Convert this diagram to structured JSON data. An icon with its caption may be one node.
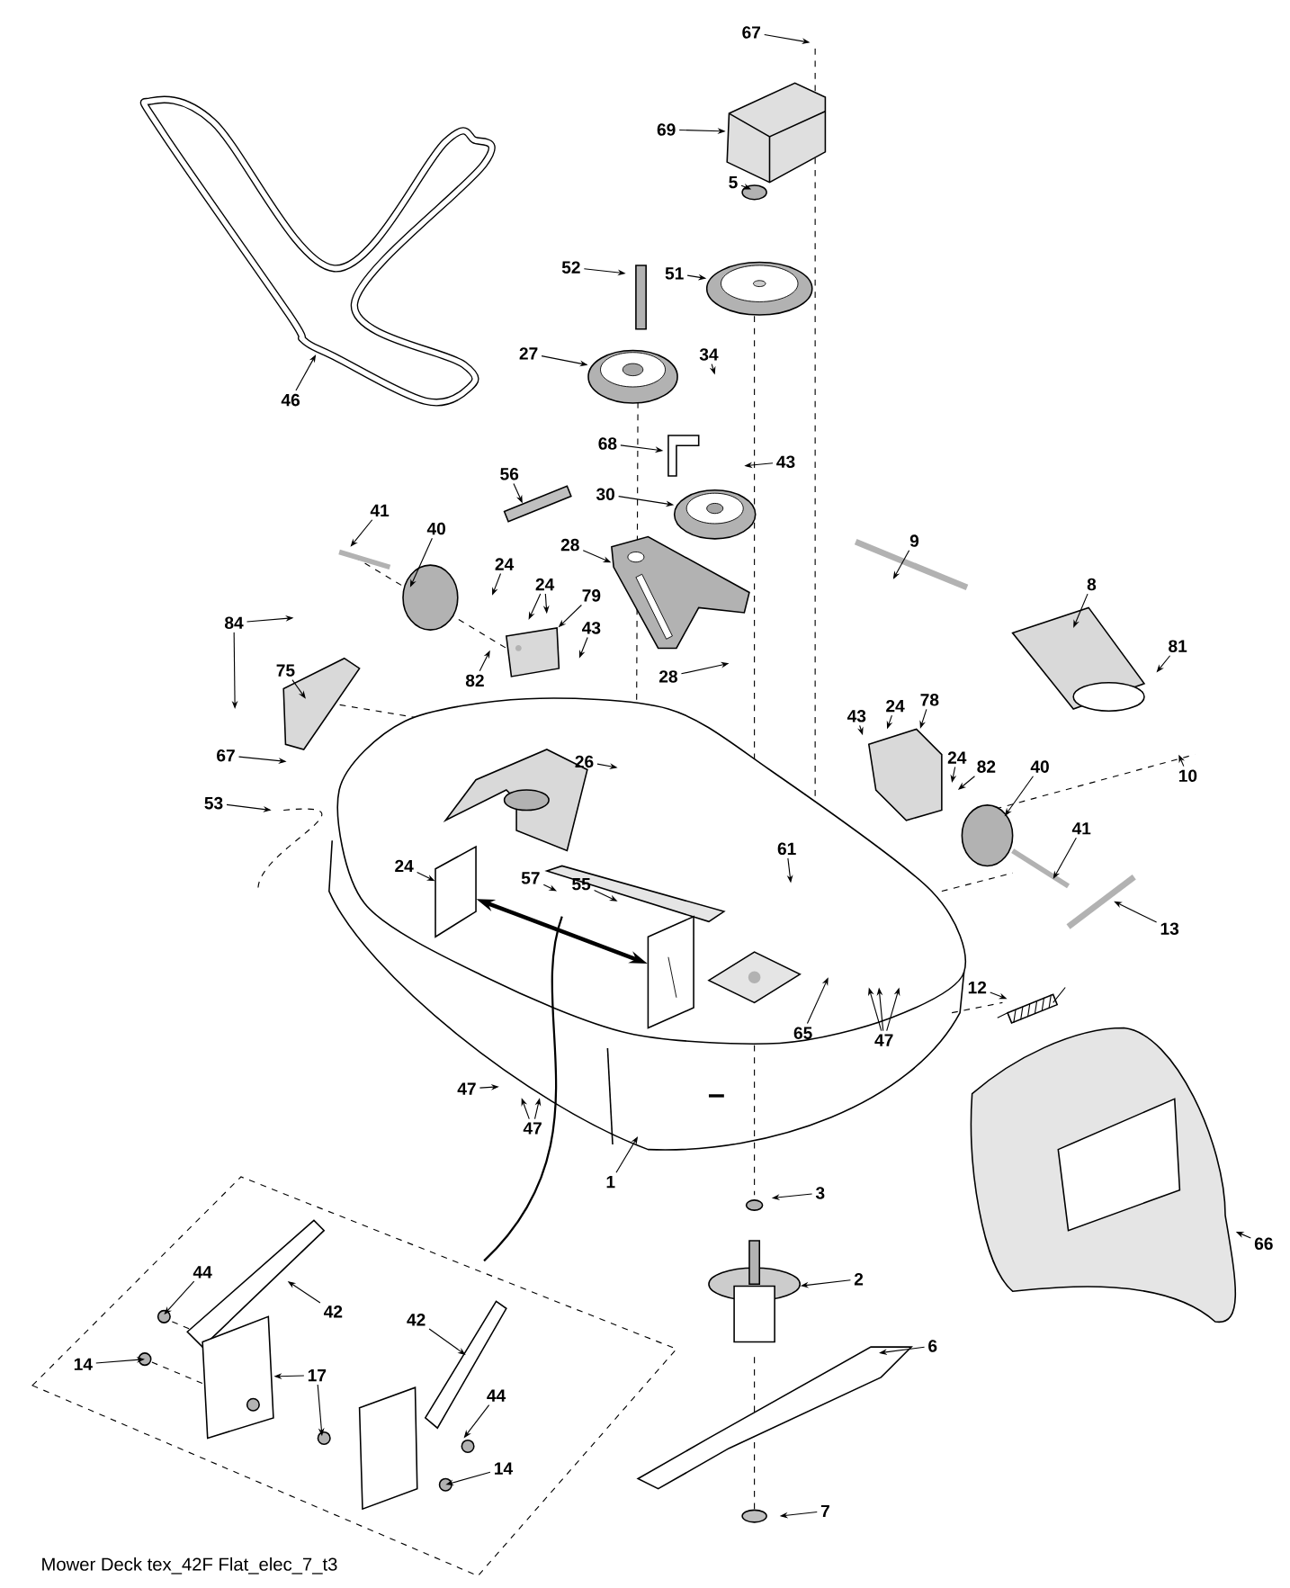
{
  "diagram": {
    "caption": "Mower Deck tex_42F Flat_elec_7_t3",
    "nodes": [
      {
        "text": [
          "67"
        ]
      },
      {
        "text": [
          "69"
        ]
      },
      {
        "text": [
          "5"
        ]
      },
      {
        "text": [
          "52"
        ]
      },
      {
        "text": [
          "51"
        ]
      },
      {
        "text": [
          "27"
        ]
      },
      {
        "text": [
          "34"
        ]
      },
      {
        "text": [
          "46"
        ]
      },
      {
        "text": [
          "68"
        ]
      },
      {
        "text": [
          "43"
        ]
      },
      {
        "text": [
          "56"
        ]
      },
      {
        "text": [
          "30"
        ]
      },
      {
        "text": [
          "41"
        ]
      },
      {
        "text": [
          "40"
        ]
      },
      {
        "text": [
          "24"
        ]
      },
      {
        "text": [
          "28"
        ]
      },
      {
        "text": [
          "9"
        ]
      },
      {
        "text": [
          "24"
        ]
      },
      {
        "text": [
          "79"
        ]
      },
      {
        "text": [
          "8"
        ]
      },
      {
        "text": [
          "84"
        ]
      },
      {
        "text": [
          "28"
        ]
      },
      {
        "text": [
          "81"
        ]
      },
      {
        "text": [
          "75"
        ]
      },
      {
        "text": [
          "82"
        ]
      },
      {
        "text": [
          "43"
        ]
      },
      {
        "text": [
          "67"
        ]
      },
      {
        "text": [
          "78"
        ]
      },
      {
        "text": [
          "43"
        ]
      },
      {
        "text": [
          "24"
        ]
      },
      {
        "text": [
          "24"
        ]
      },
      {
        "text": [
          "26"
        ]
      },
      {
        "text": [
          "82"
        ]
      },
      {
        "text": [
          "40"
        ]
      },
      {
        "text": [
          "10"
        ]
      },
      {
        "text": [
          "53"
        ]
      },
      {
        "text": [
          "41"
        ]
      },
      {
        "text": [
          "61"
        ]
      },
      {
        "text": [
          "24"
        ]
      },
      {
        "text": [
          "57"
        ]
      },
      {
        "text": [
          "55"
        ]
      },
      {
        "text": [
          "13"
        ]
      },
      {
        "text": [
          "12"
        ]
      },
      {
        "text": [
          "65"
        ]
      },
      {
        "text": [
          "47"
        ]
      },
      {
        "text": [
          "66"
        ]
      },
      {
        "text": [
          "47"
        ]
      },
      {
        "text": [
          "47"
        ]
      },
      {
        "text": [
          "1"
        ]
      },
      {
        "text": [
          "3"
        ]
      },
      {
        "text": [
          "44"
        ]
      },
      {
        "text": [
          "2"
        ]
      },
      {
        "text": [
          "42"
        ]
      },
      {
        "text": [
          "42"
        ]
      },
      {
        "text": [
          "6"
        ]
      },
      {
        "text": [
          "14"
        ]
      },
      {
        "text": [
          "17"
        ]
      },
      {
        "text": [
          "44"
        ]
      },
      {
        "text": [
          "14"
        ]
      },
      {
        "text": [
          "7"
        ]
      },
      {
        "text": [],
        "shape": "picture"
      },
      {
        "text": [],
        "shape": "picture"
      },
      {
        "text": [],
        "shape": "picture"
      },
      {
        "text": [],
        "shape": "picture"
      },
      {
        "text": [],
        "shape": "box"
      },
      {
        "text": [],
        "shape": "picture"
      },
      {
        "text": [],
        "shape": "box"
      },
      {
        "text": [],
        "shape": "picture"
      },
      {
        "text": [],
        "shape": "picture"
      },
      {
        "text": [],
        "shape": "picture"
      },
      {
        "text": [],
        "shape": "picture"
      },
      {
        "text": [],
        "shape": "picture"
      },
      {
        "text": [],
        "shape": "box"
      },
      {
        "text": [],
        "shape": "picture"
      },
      {
        "text": [],
        "shape": "box"
      },
      {
        "text": [],
        "shape": "box"
      }
    ],
    "edges": [
      {
        "from": 0,
        "to": null,
        "arrow": "to"
      },
      {
        "from": 1,
        "to": 68,
        "arrow": "to"
      },
      {
        "from": 2,
        "to": null,
        "arrow": "to"
      },
      {
        "from": 3,
        "to": null,
        "arrow": "to"
      },
      {
        "from": 4,
        "to": 60,
        "arrow": "to"
      },
      {
        "from": 5,
        "to": 61,
        "arrow": "to"
      },
      {
        "from": 6,
        "to": null,
        "arrow": "to"
      },
      {
        "from": 7,
        "to": null,
        "arrow": "to"
      },
      {
        "from": 8,
        "to": null,
        "arrow": "to"
      },
      {
        "from": 9,
        "to": null,
        "arrow": "to"
      },
      {
        "from": 10,
        "to": null,
        "arrow": "to"
      },
      {
        "from": 11,
        "to": 62,
        "arrow": "to"
      },
      {
        "from": 12,
        "to": null,
        "arrow": "to"
      },
      {
        "from": 13,
        "to": null,
        "arrow": "to"
      },
      {
        "from": 14,
        "to": null,
        "arrow": "to"
      },
      {
        "from": 15,
        "to": 69,
        "arrow": "to"
      },
      {
        "from": 16,
        "to": null,
        "arrow": "to"
      },
      {
        "from": 17,
        "to": null,
        "arrow": "to"
      },
      {
        "from": 17,
        "to": null,
        "arrow": "to"
      },
      {
        "from": 18,
        "to": 63,
        "arrow": "to"
      },
      {
        "from": 19,
        "to": null,
        "arrow": "to"
      },
      {
        "from": 20,
        "to": null,
        "arrow": "to"
      },
      {
        "from": 20,
        "to": null,
        "arrow": "to"
      },
      {
        "from": 21,
        "to": null,
        "arrow": "to"
      },
      {
        "from": 22,
        "to": null,
        "arrow": "to"
      },
      {
        "from": 23,
        "to": null,
        "arrow": "to"
      },
      {
        "from": 24,
        "to": null,
        "arrow": "to"
      },
      {
        "from": 25,
        "to": null,
        "arrow": "to"
      },
      {
        "from": 26,
        "to": null,
        "arrow": "to"
      },
      {
        "from": 27,
        "to": 70,
        "arrow": "to"
      },
      {
        "from": 28,
        "to": null,
        "arrow": "to"
      },
      {
        "from": 29,
        "to": null,
        "arrow": "to"
      },
      {
        "from": 30,
        "to": null,
        "arrow": "to"
      },
      {
        "from": 31,
        "to": null,
        "arrow": "to"
      },
      {
        "from": 32,
        "to": null,
        "arrow": "to"
      },
      {
        "from": 33,
        "to": null,
        "arrow": "to"
      },
      {
        "from": 34,
        "to": null,
        "arrow": "to"
      },
      {
        "from": 35,
        "to": null,
        "arrow": "to"
      },
      {
        "from": 36,
        "to": null,
        "arrow": "to"
      },
      {
        "from": 37,
        "to": null,
        "arrow": "to"
      },
      {
        "from": 38,
        "to": 64,
        "arrow": "to"
      },
      {
        "from": 39,
        "to": null,
        "arrow": "to"
      },
      {
        "from": 40,
        "to": null,
        "arrow": "to"
      },
      {
        "from": 41,
        "to": null,
        "arrow": "to"
      },
      {
        "from": 42,
        "to": 66,
        "arrow": "to"
      },
      {
        "from": 43,
        "to": null,
        "arrow": "to"
      },
      {
        "from": 44,
        "to": null,
        "arrow": "to"
      },
      {
        "from": 44,
        "to": null,
        "arrow": "to"
      },
      {
        "from": 44,
        "to": null,
        "arrow": "to"
      },
      {
        "from": 45,
        "to": 73,
        "arrow": "to"
      },
      {
        "from": 46,
        "to": null,
        "arrow": "to"
      },
      {
        "from": 47,
        "to": null,
        "arrow": "to"
      },
      {
        "from": 47,
        "to": null,
        "arrow": "to"
      },
      {
        "from": 48,
        "to": null,
        "arrow": "to"
      },
      {
        "from": 49,
        "to": null,
        "arrow": "to"
      },
      {
        "from": 50,
        "to": null,
        "arrow": "to"
      },
      {
        "from": 51,
        "to": 67,
        "arrow": "to"
      },
      {
        "from": 52,
        "to": null,
        "arrow": "to"
      },
      {
        "from": 53,
        "to": null,
        "arrow": "to"
      },
      {
        "from": 54,
        "to": null,
        "arrow": "to"
      },
      {
        "from": 55,
        "to": null,
        "arrow": "to"
      },
      {
        "from": 56,
        "to": 74,
        "arrow": "to"
      },
      {
        "from": 56,
        "to": null,
        "arrow": "to"
      },
      {
        "from": 57,
        "to": null,
        "arrow": "to"
      },
      {
        "from": 58,
        "to": null,
        "arrow": "to"
      },
      {
        "from": 59,
        "to": null,
        "arrow": "to"
      },
      {
        "from": 64,
        "to": 72,
        "arrow": "both",
        "style": "thick"
      }
    ]
  }
}
